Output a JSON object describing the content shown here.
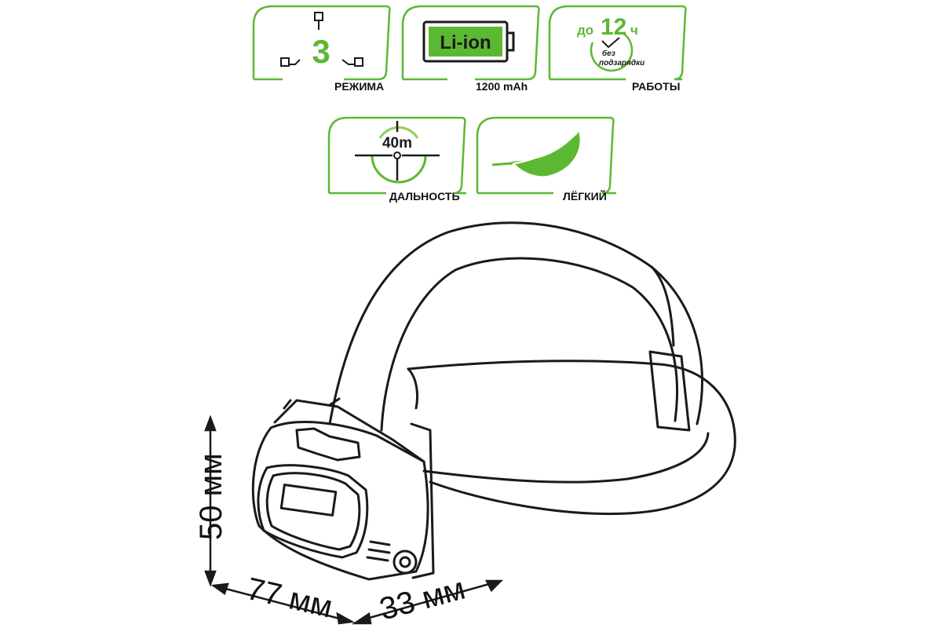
{
  "features": {
    "modes": {
      "number": "3",
      "caption": "РЕЖИМА",
      "icon": "mode-switch-icon"
    },
    "battery": {
      "type": "Li-ion",
      "caption": "1200 mAh",
      "icon": "battery-icon"
    },
    "runtime": {
      "prefix": "до",
      "hours": "12",
      "unit": "ч",
      "note_line1": "без",
      "note_line2": "подзарядки",
      "caption": "РАБОТЫ",
      "icon": "clock-icon"
    },
    "range": {
      "distance": "40m",
      "caption": "ДАЛЬНОСТЬ",
      "icon": "crosshair-icon"
    },
    "weight": {
      "caption": "ЛЁГКИЙ",
      "icon": "feather-icon"
    }
  },
  "dimensions": {
    "height": "50 мм",
    "width": "77 мм",
    "depth": "33 мм"
  },
  "colors": {
    "accent": "#5bb832",
    "accent_light": "#8fd15a",
    "line": "#1a1a1a"
  }
}
